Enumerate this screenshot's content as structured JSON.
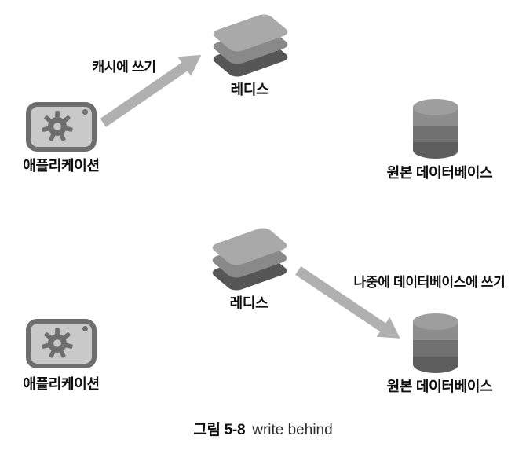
{
  "colors": {
    "canvas_bg": "#ffffff",
    "text": "#0f0f0f",
    "app_frame": "#6e6e6e",
    "app_screen": "#c9c9c9",
    "arrow": "#b0b0b0",
    "redis_top": "#a9a9a9",
    "redis_mid": "#898989",
    "redis_bottom": "#565656",
    "db_top": "#9e9e9e",
    "db_band1": "#8d8d8d",
    "db_band2": "#717171",
    "db_band3": "#5d5d5d"
  },
  "top_flow": {
    "app_label": "애플리케이션",
    "arrow_label": "캐시에 쓰기",
    "redis_label": "레디스",
    "db_label": "원본 데이터베이스"
  },
  "bottom_flow": {
    "app_label": "애플리케이션",
    "arrow_label": "나중에 데이터베이스에 쓰기",
    "redis_label": "레디스",
    "db_label": "원본 데이터베이스"
  },
  "caption": {
    "figure_number": "그림 5-8",
    "figure_title": "write behind"
  },
  "icons": {
    "application": "tablet-with-gear-icon",
    "redis": "stacked-layers-icon",
    "database": "cylinder-icon",
    "arrow": "thick-gray-arrow-icon"
  }
}
